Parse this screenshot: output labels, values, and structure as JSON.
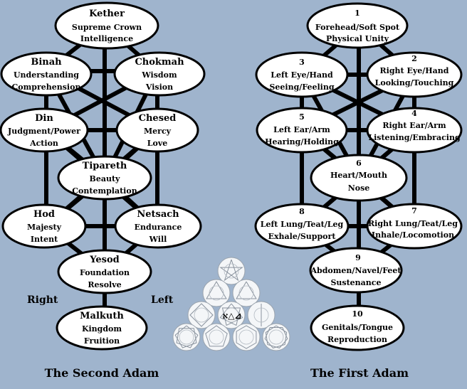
{
  "colors": {
    "background": "#9fb4cd",
    "node_fill": "#ffffff",
    "stroke": "#000000"
  },
  "second_adam": {
    "caption": "The Second Adam",
    "right_label": "Right",
    "left_label": "Left",
    "nodes": {
      "kether": {
        "name": "Kether",
        "line1": "Supreme Crown",
        "line2": "Intelligence"
      },
      "binah": {
        "name": "Binah",
        "line1": "Understanding",
        "line2": "Comprehension"
      },
      "chokmah": {
        "name": "Chokmah",
        "line1": "Wisdom",
        "line2": "Vision"
      },
      "din": {
        "name": "Din",
        "line1": "Judgment/Power",
        "line2": "Action"
      },
      "chesed": {
        "name": "Chesed",
        "line1": "Mercy",
        "line2": "Love"
      },
      "tiphareth": {
        "name": "Tipareth",
        "line1": "Beauty",
        "line2": "Contemplation"
      },
      "hod": {
        "name": "Hod",
        "line1": "Majesty",
        "line2": "Intent"
      },
      "netsach": {
        "name": "Netsach",
        "line1": "Endurance",
        "line2": "Will"
      },
      "yesod": {
        "name": "Yesod",
        "line1": "Foundation",
        "line2": "Resolve"
      },
      "malkuth": {
        "name": "Malkuth",
        "line1": "Kingdom",
        "line2": "Fruition"
      }
    }
  },
  "first_adam": {
    "caption": "The First Adam",
    "nodes": {
      "n1": {
        "num": "1",
        "line1": "Forehead/Soft Spot",
        "line2": "Physical Unity"
      },
      "n3": {
        "num": "3",
        "line1": "Left Eye/Hand",
        "line2": "Seeing/Feeling"
      },
      "n2": {
        "num": "2",
        "line1": "Right Eye/Hand",
        "line2": "Looking/Touching"
      },
      "n5": {
        "num": "5",
        "line1": "Left Ear/Arm",
        "line2": "Hearing/Holding"
      },
      "n4": {
        "num": "4",
        "line1": "Right Ear/Arm",
        "line2": "Listening/Embracing"
      },
      "n6": {
        "num": "6",
        "line1": "Heart/Mouth",
        "line2": "Nose"
      },
      "n8": {
        "num": "8",
        "line1": "Left Lung/Teat/Leg",
        "line2": "Exhale/Support"
      },
      "n7": {
        "num": "7",
        "line1": "Right Lung/Teat/Leg",
        "line2": "Inhale/Locomotion"
      },
      "n9": {
        "num": "9",
        "line1": "Abdomen/Navel/Feet",
        "line2": "Sustenance"
      },
      "n10": {
        "num": "10",
        "line1": "Genitals/Tongue",
        "line2": "Reproduction"
      }
    }
  },
  "emblem": {
    "center_glyphs": "ﬡ△⊿"
  }
}
